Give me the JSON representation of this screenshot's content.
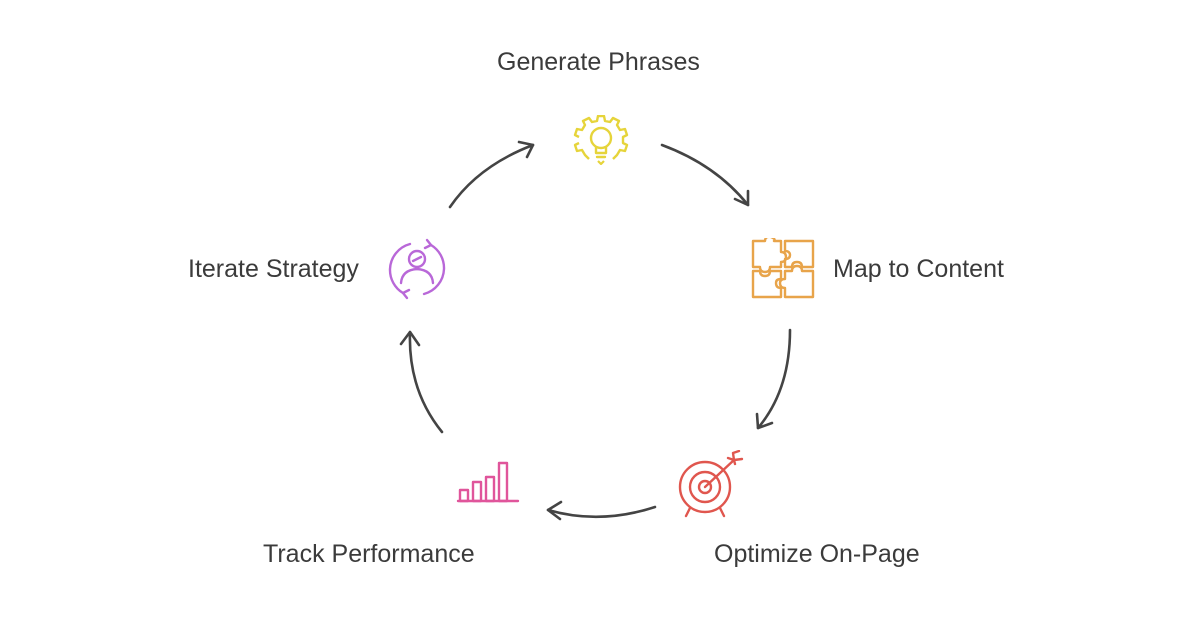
{
  "diagram": {
    "type": "cycle",
    "steps": [
      {
        "label": "Generate Phrases",
        "icon": "lightbulb-gear-icon",
        "color": "#E6D43A"
      },
      {
        "label": "Map to Content",
        "icon": "puzzle-pieces-icon",
        "color": "#E8A44A"
      },
      {
        "label": "Optimize On-Page",
        "icon": "target-dart-icon",
        "color": "#E0564E"
      },
      {
        "label": "Track Performance",
        "icon": "bar-chart-icon",
        "color": "#E0559B"
      },
      {
        "label": "Iterate Strategy",
        "icon": "person-refresh-icon",
        "color": "#B968D8"
      }
    ],
    "arrow_color": "#444444"
  }
}
